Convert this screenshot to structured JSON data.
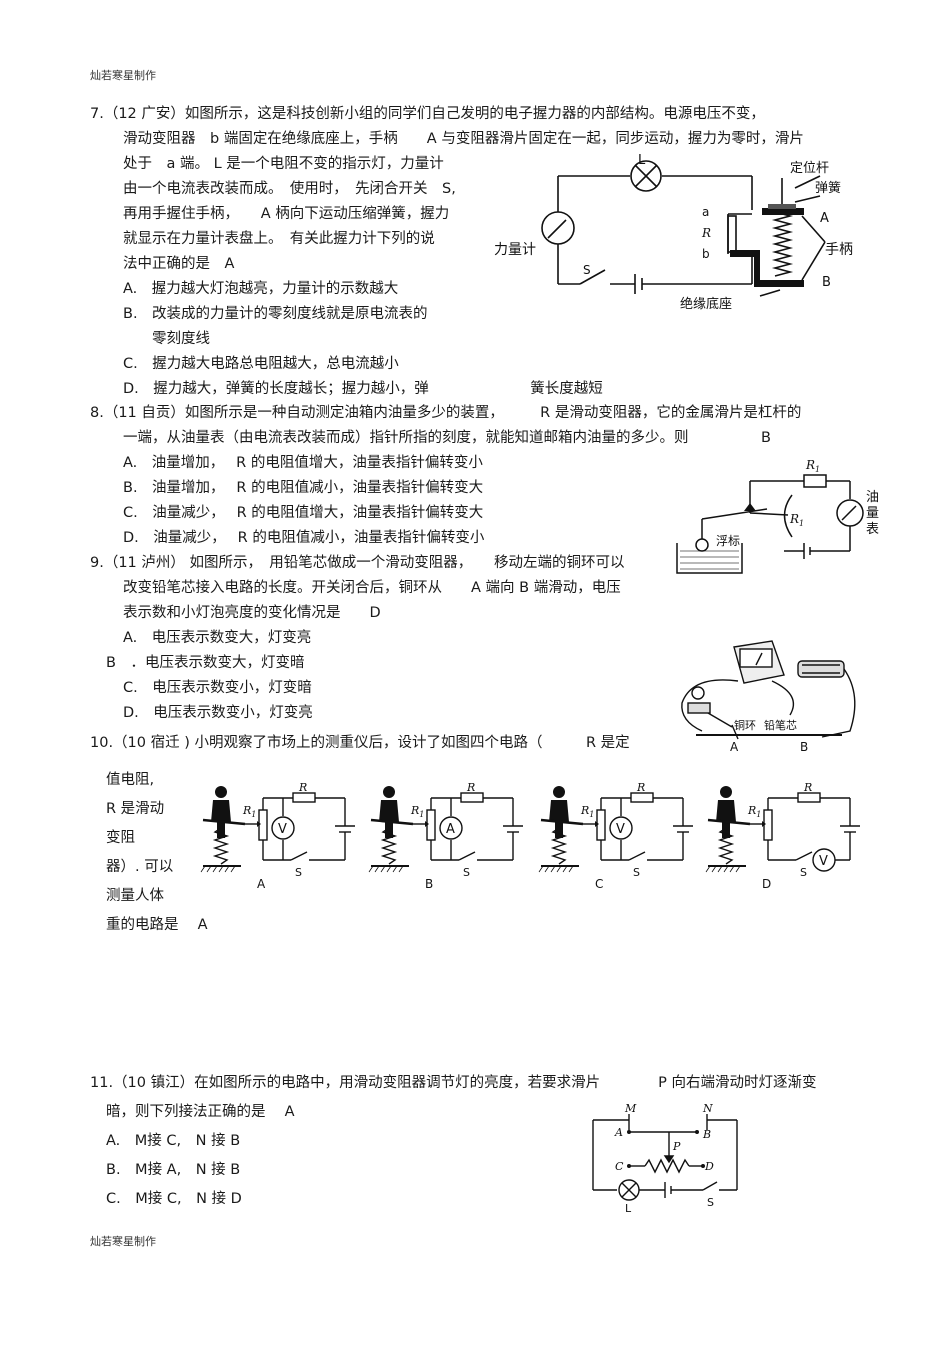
{
  "header": "灿若寒星制作",
  "footer": "灿若寒星制作",
  "q7": {
    "lines": [
      "7.（12 广安）如图所示，这是科技创新小组的同学们自己发明的电子握力器的内部结构。电源电压不变，",
      "滑动变阻器　b 端固定在绝缘底座上，手柄　　A 与变阻器滑片固定在一起，同步运动，握力为零时，滑片",
      "处于　a 端。 L 是一个电阻不变的指示灯，力量计",
      "由一个电流表改装而成。　使用时，　先闭合开关　S,",
      "再用手握住手柄，　　A 柄向下运动压缩弹簧，握力",
      "就显示在力量计表盘上。　有关此握力计下列的说",
      "法中正确的是　A"
    ],
    "options": [
      "A.　握力越大灯泡越亮，力量计的示数越大",
      "B.　改装成的力量计的零刻度线就是原电流表的",
      "　　零刻度线",
      "C.　握力越大电路总电阻越大，总电流越小",
      "D.　握力越大，弹簧的长度越长；握力越小，弹　　　　　　　簧长度越短"
    ],
    "figure": {
      "L": "L",
      "dingweigan": "定位杆",
      "tanhuang": "弹簧",
      "A": "A",
      "a": "a",
      "R": "R",
      "b": "b",
      "liliangji": "力量计",
      "shoubing": "手柄",
      "S": "S",
      "B": "B",
      "dizuo": "绝缘底座"
    }
  },
  "q8": {
    "lines": [
      "8.（11 自贡）如图所示是一种自动测定油箱内油量多少的装置，　　　R 是滑动变阻器，它的金属滑片是杠杆的",
      "一端，从油量表（由电流表改装而成）指针所指的刻度，就能知道邮箱内油量的多少。则　　　　　B"
    ],
    "options": [
      "A.　油量增加，　 R 的电阻值增大，油量表指针偏转变小",
      "B.　油量增加，　 R 的电阻值减小，油量表指针偏转变大",
      "C.　油量减少，　 R 的电阻值增大，油量表指针偏转变大",
      "D.　油量减少，　 R 的电阻值减小，油量表指针偏转变小"
    ],
    "figure": {
      "R1top": "R",
      "R1top_sub": "1",
      "R1": "R",
      "R1_sub": "1",
      "fubiao": "浮标",
      "youliang": [
        "油",
        "量",
        "表"
      ]
    }
  },
  "q9": {
    "lines": [
      "9.（11 泸州） 如图所示，　用铅笔芯做成一个滑动变阻器，　　移动左端的铜环可以",
      "改变铅笔芯接入电路的长度。开关闭合后，铜环从　　A 端向 B 端滑动，电压",
      "表示数和小灯泡亮度的变化情况是　　D"
    ],
    "options": [
      "A.　电压表示数变大，灯变亮",
      "B　．电压表示数变大，灯变暗",
      "C.　电压表示数变小，灯变暗",
      "D.　电压表示数变小，灯变亮"
    ],
    "figure": {
      "tonghuan": "铜环",
      "qianbixin": "铅笔芯",
      "A": "A",
      "B": "B"
    }
  },
  "q10": {
    "line1": "10.（10 宿迁 ) 小明观察了市场上的测重仪后，设计了如图四个电路（　　　R 是定",
    "side": [
      "值电阻,",
      "R 是滑动",
      "变阻",
      "器）. 可以",
      "测量人体",
      "重的电路是　 A"
    ],
    "circuits": [
      {
        "label": "A",
        "meter": "V",
        "R": "R",
        "R1": "R",
        "R1_sub": "1",
        "S": "S"
      },
      {
        "label": "B",
        "meter": "A",
        "R": "R",
        "R1": "R",
        "R1_sub": "1",
        "S": "S"
      },
      {
        "label": "C",
        "meter": "V",
        "R": "R",
        "R1": "R",
        "R1_sub": "1",
        "S": "S"
      },
      {
        "label": "D",
        "meter": "V",
        "R": "R",
        "R1": "R",
        "R1_sub": "1",
        "S": "S"
      }
    ]
  },
  "q11": {
    "lines": [
      "11.（10 镇江）在如图所示的电路中，用滑动变阻器调节灯的亮度，若要求滑片　　　　P 向右端滑动时灯逐渐变",
      "暗，则下列接法正确的是　 A"
    ],
    "options": [
      "A.　M接 C,　N 接 B",
      "B.　M接 A,　N 接 B",
      "C.　M接 C,　N 接 D"
    ],
    "figure": {
      "M": "M",
      "N": "N",
      "A": "A",
      "B": "B",
      "P": "P",
      "C": "C",
      "D": "D",
      "L": "L",
      "S": "S"
    }
  }
}
